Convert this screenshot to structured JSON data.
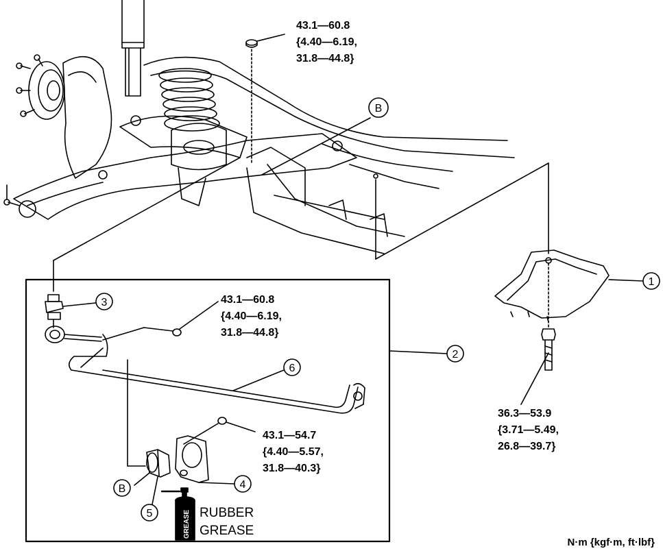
{
  "torque_specs": {
    "top_bolt": {
      "line1": "43.1—60.8",
      "line2": "{4.40—6.19,",
      "line3": "31.8—44.8}"
    },
    "link_nut": {
      "line1": "43.1—60.8",
      "line2": "{4.40—6.19,",
      "line3": "31.8—44.8}"
    },
    "bushing_bolt": {
      "line1": "43.1—54.7",
      "line2": "{4.40—5.57,",
      "line3": "31.8—40.3}"
    },
    "cover_bolt": {
      "line1": "36.3—53.9",
      "line2": "{3.71—5.49,",
      "line3": "26.8—39.7}"
    }
  },
  "callouts": {
    "c1": "1",
    "c2": "2",
    "c3": "3",
    "c4": "4",
    "c5": "5",
    "c6": "6",
    "b_top": "B",
    "b_bottom": "B"
  },
  "grease": {
    "label_line1": "RUBBER",
    "label_line2": "GREASE",
    "can_text": "GREASE"
  },
  "units": "N·m {kgf·m, ft·lbf}",
  "icons": {
    "grease_can": "grease-can-icon"
  }
}
